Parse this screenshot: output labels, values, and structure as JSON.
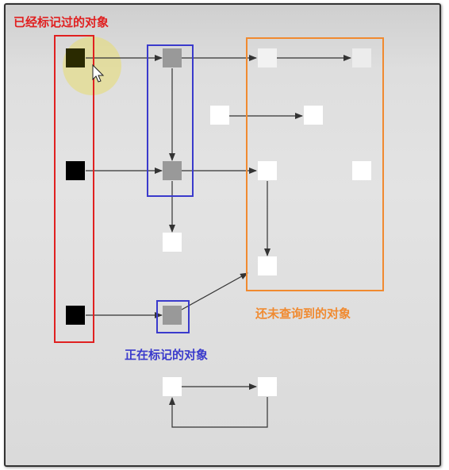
{
  "labels": {
    "marked": "已经标记过的对象",
    "unvisited": "还未查询到的对象",
    "marking": "正在标记的对象"
  },
  "colors": {
    "marked_box": "#e02020",
    "marking_box": "#3a3acc",
    "unvisited_box": "#f08a30",
    "marking_label": "#3a3acc",
    "black_node": "#000000",
    "gray_node": "#999999",
    "white_node": "#ffffff",
    "cursor_highlight": "#e8e080"
  },
  "icons": {
    "cursor": "mouse-pointer-icon"
  }
}
